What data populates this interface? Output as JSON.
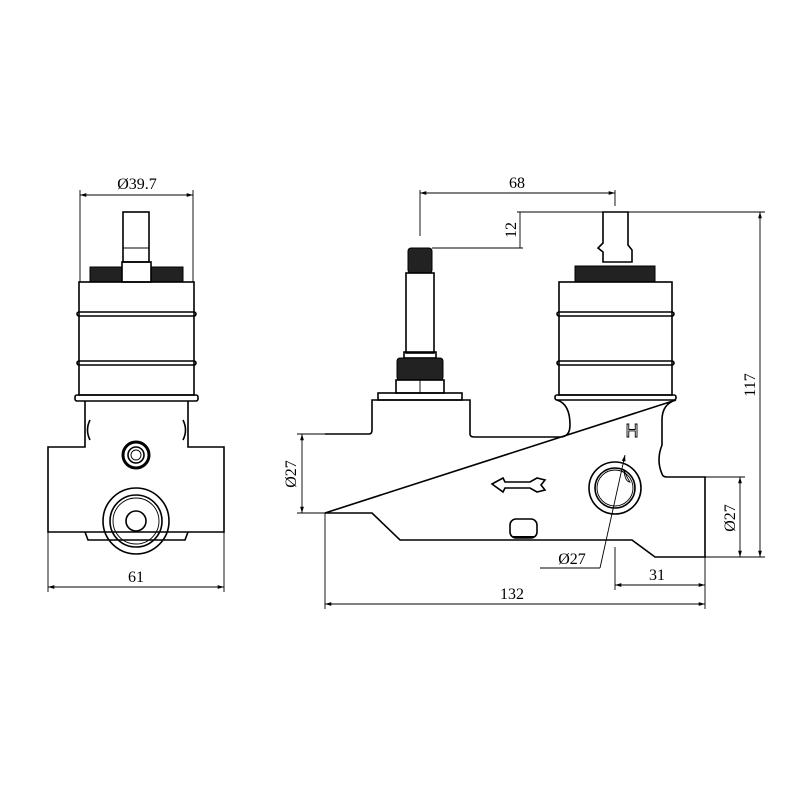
{
  "drawing": {
    "title": "Concealed valve body dimensional drawing",
    "side_view": {
      "cartridge_diameter_label": "Ø39.7",
      "width_label": "61"
    },
    "front_view": {
      "stem_spacing_label": "68",
      "stem_offset_label": "12",
      "height_label": "117",
      "inlet_left_diameter_label": "Ø27",
      "inlet_right_diameter_label": "Ø27",
      "outlet_diameter_label": "Ø27",
      "outlet_offset_label": "31",
      "length_label": "132",
      "hot_marking": "H"
    }
  }
}
